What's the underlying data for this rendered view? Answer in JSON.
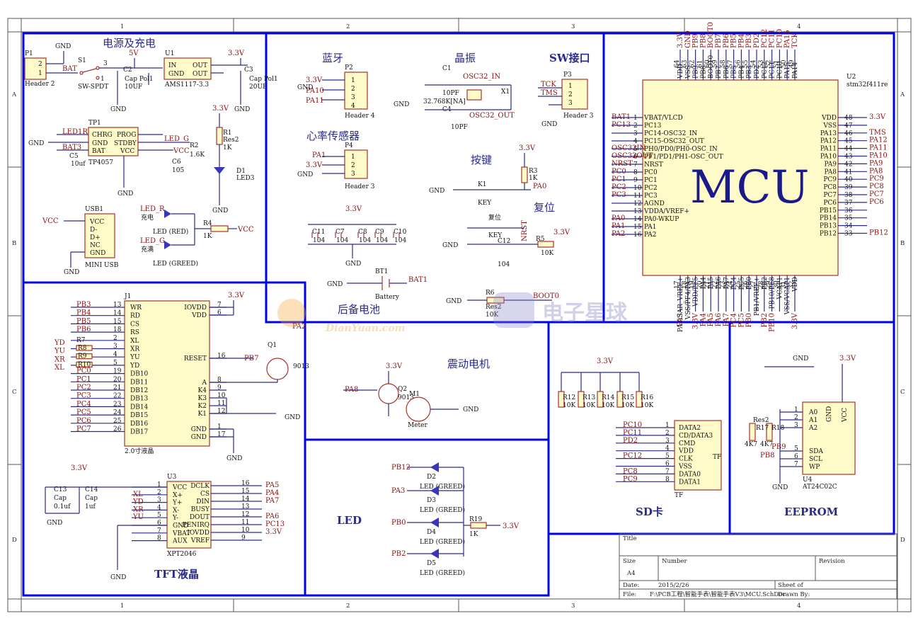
{
  "border": {
    "columns": [
      "1",
      "2",
      "3",
      "4"
    ],
    "rows": [
      "A",
      "B",
      "C",
      "D"
    ]
  },
  "sections": {
    "power": "电源及充电",
    "bluetooth": "蓝牙",
    "crystal": "晶振",
    "sw": "SW接口",
    "heart": "心率传感器",
    "button": "按键",
    "reset": "复位",
    "battery": "后备电池",
    "vibration": "震动电机",
    "tft": "TFT液晶",
    "led": "LED",
    "sd": "SD卡",
    "eeprom": "EEPROM",
    "mcu": "MCU"
  },
  "nets": {
    "gnd": "GND",
    "v33": "3.3V",
    "v5": "5V",
    "vcc": "VCC",
    "bat": "BAT",
    "bat1": "BAT1",
    "boot0": "BOOT0",
    "led1r": "LED1R",
    "bat3": "BAT3",
    "led_r": "LED_R",
    "led_g": "LED_G",
    "osc_in": "OSC32_IN",
    "osc_out": "OSC32_OUT",
    "tck": "TCK",
    "tms": "TMS",
    "pa10": "PA10",
    "pa11": "PA11",
    "pa1": "PA1",
    "pa0": "PA0",
    "pa8": "PA8",
    "pa2": "PA2",
    "pb7": "PB7",
    "nrst": "NRST"
  },
  "parts": {
    "p1": {
      "ref": "P1",
      "name": "Header 2"
    },
    "s1": {
      "ref": "S1",
      "name": "SW-SPDT"
    },
    "c2": {
      "ref": "C2",
      "name": "Cap Pol1",
      "val": "10UF"
    },
    "u1": {
      "ref": "U1",
      "name": "AMS1117-3.3",
      "pins": [
        "IN",
        "GND",
        "OUT",
        "OUT"
      ]
    },
    "c3": {
      "ref": "C3",
      "name": "Cap Pol1",
      "val": "20UF"
    },
    "tp1": {
      "ref": "TP1",
      "name": "TP4057",
      "pins": [
        "CHRG",
        "GND",
        "BAT",
        "PROG",
        "STDBY",
        "VCC"
      ]
    },
    "c5": {
      "ref": "C5",
      "val": "10uf"
    },
    "r2": {
      "ref": "R2",
      "val": "1.6K"
    },
    "c6": {
      "ref": "C6",
      "val": "105"
    },
    "r1": {
      "ref": "R1",
      "name": "Res2",
      "val": "1K"
    },
    "d1": {
      "ref": "D1",
      "name": "LED3"
    },
    "usb1": {
      "ref": "USB1",
      "name": "MINI USB",
      "pins": [
        "VCC",
        "D-",
        "D+",
        "NC",
        "GND"
      ]
    },
    "charging": {
      "a": "充电",
      "b": "LED (RED)",
      "c": "充满",
      "d": "LED (GREED)"
    },
    "r4": {
      "ref": "R4",
      "val": "1K"
    },
    "p2": {
      "ref": "P2",
      "name": "Header 4"
    },
    "c1": {
      "ref": "C1",
      "val": "10PF"
    },
    "c4": {
      "ref": "C4",
      "val": "10PF"
    },
    "x1": {
      "ref": "X1",
      "val": "32.768K[NA]"
    },
    "p3": {
      "ref": "P3",
      "name": "Header 3"
    },
    "p4": {
      "ref": "P4",
      "name": "Header 3"
    },
    "k1": {
      "ref": "K1",
      "name": "KEY"
    },
    "r3": {
      "ref": "R3",
      "val": "1K"
    },
    "rst": {
      "label": "复位",
      "name": "KEY"
    },
    "c12": {
      "ref": "C12",
      "val": "104"
    },
    "r5": {
      "ref": "R5",
      "val": "10K"
    },
    "decoup": {
      "refs": [
        "C11",
        "C7",
        "C8",
        "C9",
        "C10"
      ],
      "val": "104"
    },
    "bt1": {
      "ref": "BT1",
      "name": "Battery"
    },
    "r6": {
      "ref": "R6",
      "name": "Res2",
      "val": "10K"
    },
    "u2": {
      "ref": "U2",
      "name": "stm32f411re"
    },
    "j1": {
      "ref": "J1",
      "name": "2.0寸液晶"
    },
    "r7": {
      "ref": "R7"
    },
    "q1": {
      "ref": "Q1",
      "val": "9013"
    },
    "q2": {
      "ref": "Q2",
      "val": "9013"
    },
    "m1": {
      "ref": "M1",
      "name": "Meter"
    },
    "u3": {
      "ref": "U3",
      "name": "XPT2046"
    },
    "c13": {
      "ref": "C13",
      "name": "Cap",
      "val": "0.1uf"
    },
    "c14": {
      "ref": "C14",
      "name": "Cap",
      "val": "1uf"
    },
    "r19": {
      "ref": "R19",
      "val": "1K"
    },
    "leds": [
      "D2",
      "D3",
      "D4",
      "D5"
    ],
    "ledname": "LED (GREED)",
    "sdres": {
      "refs": [
        "R12",
        "R13",
        "R14",
        "R15",
        "R16"
      ],
      "val": "10K"
    },
    "tf": {
      "name": "TF",
      "pins": [
        "DATA2",
        "CD/DATA3",
        "CMD",
        "VDD",
        "CLK",
        "VSS",
        "DATA0",
        "DATA1"
      ]
    },
    "u4": {
      "ref": "U4",
      "name": "AT24C02C",
      "pins": [
        "A0",
        "A1",
        "A2",
        "SDA",
        "SCL",
        "WP",
        "GND",
        "VCC"
      ]
    },
    "eeres": {
      "refs": [
        "R17",
        "R18"
      ],
      "name": "Res2",
      "val": "4K7"
    }
  },
  "mcu_left": [
    {
      "n": "1",
      "net": "BAT1",
      "pin": "VBAT/VLCD"
    },
    {
      "n": "2",
      "net": "PC13",
      "pin": "PC13"
    },
    {
      "n": "3",
      "net": "",
      "pin": "PC14-OSC32_IN"
    },
    {
      "n": "4",
      "net": "",
      "pin": "PC15-OSC32_OUT"
    },
    {
      "n": "5",
      "net": "OSC32IN",
      "pin": "PH0/PD0/PH0-OSC_IN"
    },
    {
      "n": "6",
      "net": "OSC32OUT",
      "pin": "PF1/PD1/PH1-OSC_OUT"
    },
    {
      "n": "7",
      "net": "NRST",
      "pin": "NRST"
    },
    {
      "n": "8",
      "net": "PC0",
      "pin": "PC0"
    },
    {
      "n": "9",
      "net": "PC1",
      "pin": "PC1"
    },
    {
      "n": "10",
      "net": "PC2",
      "pin": "PC2"
    },
    {
      "n": "11",
      "net": "PC3",
      "pin": "PC3"
    },
    {
      "n": "12",
      "net": "",
      "pin": "AGND"
    },
    {
      "n": "13",
      "net": "",
      "pin": "VDDA/VREF+"
    },
    {
      "n": "14",
      "net": "PA0",
      "pin": "PA0-WKUP"
    },
    {
      "n": "15",
      "net": "PA1",
      "pin": "PA1"
    },
    {
      "n": "16",
      "net": "PA2",
      "pin": "PA2"
    }
  ],
  "mcu_right": [
    {
      "n": "48",
      "net": "3.3V",
      "pin": "VDD"
    },
    {
      "n": "47",
      "net": "",
      "pin": "VSS"
    },
    {
      "n": "46",
      "net": "TMS",
      "pin": "PA13"
    },
    {
      "n": "45",
      "net": "PA12",
      "pin": "PA12"
    },
    {
      "n": "44",
      "net": "PA11",
      "pin": "PA11"
    },
    {
      "n": "43",
      "net": "PA10",
      "pin": "PA10"
    },
    {
      "n": "42",
      "net": "PA9",
      "pin": "PA9"
    },
    {
      "n": "41",
      "net": "PA8",
      "pin": "PA8"
    },
    {
      "n": "40",
      "net": "PC9",
      "pin": "PC9"
    },
    {
      "n": "39",
      "net": "PC8",
      "pin": "PC8"
    },
    {
      "n": "38",
      "net": "PC7",
      "pin": "PC7"
    },
    {
      "n": "37",
      "net": "PC6",
      "pin": "PC6"
    },
    {
      "n": "36",
      "net": "",
      "pin": "PB15"
    },
    {
      "n": "35",
      "net": "",
      "pin": "PB14"
    },
    {
      "n": "34",
      "net": "",
      "pin": "PB13"
    },
    {
      "n": "33",
      "net": "PB12",
      "pin": "PB12"
    }
  ],
  "mcu_top": [
    "VDD",
    "VSS",
    "PB9",
    "PB8",
    "BOOT0",
    "PB7",
    "PB6",
    "PB5",
    "PB4",
    "PB3",
    "PD2",
    "PC12",
    "PC11",
    "PC10",
    "PA15",
    "PA14"
  ],
  "mcu_top_n": [
    "64",
    "63",
    "62",
    "61",
    "60",
    "59",
    "58",
    "57",
    "56",
    "55",
    "54",
    "53",
    "52",
    "51",
    "50",
    "49"
  ],
  "mcu_top_net": [
    "3.3V",
    "GND",
    "PB9",
    "PB8",
    "BOOT0",
    "PB7",
    "PB6",
    "PB5",
    "PB4",
    "PB3",
    "PD2",
    "PC12",
    "PC11",
    "PC10",
    "PA15",
    "TCK"
  ],
  "mcu_bot": [
    "PA3/SAR_VREF+",
    "VSS/PF4/PA3",
    "VDD/PF5",
    "PA4",
    "PA5",
    "PA6",
    "PA7",
    "PC4",
    "PC5",
    "PB0",
    "PB1/VREF+",
    "PB2",
    "PB10/PE8",
    "VCAP1",
    "VSS/VCAP1",
    "VDD"
  ],
  "mcu_bot_n": [
    "17",
    "18",
    "19",
    "20",
    "21",
    "22",
    "23",
    "24",
    "25",
    "26",
    "27",
    "28",
    "29",
    "30",
    "31",
    "32"
  ],
  "mcu_bot_net": [
    "PA3",
    "",
    "3.3V",
    "PA4",
    "PA5",
    "PA6",
    "PA7",
    "PC4",
    "PC5",
    "PB0",
    "",
    "PB2",
    "PB10",
    "",
    "",
    "3.3V"
  ],
  "j1_left": [
    {
      "net": "PB3",
      "n": "13",
      "pin": "WR"
    },
    {
      "net": "PB4",
      "n": "14",
      "pin": "RD"
    },
    {
      "net": "PB5",
      "n": "15",
      "pin": "CS"
    },
    {
      "net": "PB6",
      "n": "18",
      "pin": "RS"
    },
    {
      "net": "",
      "n": "2",
      "pin": "XL"
    },
    {
      "net": "",
      "n": "3",
      "pin": "XR"
    },
    {
      "net": "",
      "n": "4",
      "pin": "YU"
    },
    {
      "net": "",
      "n": "5",
      "pin": "YD"
    },
    {
      "net": "PC0",
      "n": "19",
      "pin": "DB10"
    },
    {
      "net": "PC1",
      "n": "20",
      "pin": "DB11"
    },
    {
      "net": "PC2",
      "n": "21",
      "pin": "DB12"
    },
    {
      "net": "PC3",
      "n": "22",
      "pin": "DB13"
    },
    {
      "net": "PC4",
      "n": "23",
      "pin": "DB14"
    },
    {
      "net": "PC5",
      "n": "24",
      "pin": "DB15"
    },
    {
      "net": "PC6",
      "n": "25",
      "pin": "DB16"
    },
    {
      "net": "PC7",
      "n": "26",
      "pin": "DB17"
    }
  ],
  "j1_right": [
    {
      "n": "7",
      "pin": "IOVDD"
    },
    {
      "n": "6",
      "pin": "VDD"
    },
    {
      "n": "16",
      "pin": "RESET"
    },
    {
      "n": "8",
      "pin": "A"
    },
    {
      "n": "9",
      "pin": "K4"
    },
    {
      "n": "10",
      "pin": "K3"
    },
    {
      "n": "11",
      "pin": "K2"
    },
    {
      "n": "12",
      "pin": "K1"
    },
    {
      "n": "1",
      "pin": "GND"
    },
    {
      "n": "17",
      "pin": "GND"
    }
  ],
  "touch_nets": [
    "YD",
    "YU",
    "XR",
    "XL"
  ],
  "touch_r": [
    "R8",
    "R9",
    "R10"
  ],
  "u3_left": [
    {
      "net": "",
      "n": "1",
      "pin": "VCC"
    },
    {
      "net": "XL",
      "n": "2",
      "pin": "X+"
    },
    {
      "net": "YD",
      "n": "3",
      "pin": "Y+"
    },
    {
      "net": "XR",
      "n": "4",
      "pin": "X-"
    },
    {
      "net": "YU",
      "n": "5",
      "pin": "Y-"
    },
    {
      "net": "",
      "n": "6",
      "pin": "GND"
    },
    {
      "net": "",
      "n": "7",
      "pin": "VBAT"
    },
    {
      "net": "",
      "n": "8",
      "pin": "AUX"
    }
  ],
  "u3_right": [
    {
      "net": "PA5",
      "n": "16",
      "pin": "DCLK"
    },
    {
      "net": "PA4",
      "n": "15",
      "pin": "CS"
    },
    {
      "net": "PA7",
      "n": "14",
      "pin": "DIN"
    },
    {
      "net": "",
      "n": "13",
      "pin": "BUSY"
    },
    {
      "net": "PA6",
      "n": "12",
      "pin": "DOUT"
    },
    {
      "net": "PC13",
      "n": "11",
      "pin": "PENIRQ"
    },
    {
      "net": "3.3V",
      "n": "10",
      "pin": "IOVDD"
    },
    {
      "net": "",
      "n": "9",
      "pin": "VREF"
    }
  ],
  "led_nets": [
    "PB12",
    "PA3",
    "PB0",
    "PB2"
  ],
  "sd_nets": [
    "PC10",
    "PC11",
    "PD2",
    "",
    "PC12",
    "",
    "PC8",
    "PC9"
  ],
  "ee_nets": [
    "PB9",
    "PB8"
  ],
  "title_block": {
    "title_label": "Title",
    "size_label": "Size",
    "size": "A4",
    "number_label": "Number",
    "revision_label": "Revision",
    "date_label": "Date:",
    "date": "2015/2/26",
    "sheet_label": "Sheet   of",
    "file_label": "File:",
    "file": "F:\\PCB工程\\智能手表\\智能手表V3\\MCU.SchDoc",
    "drawn": "Drawn By:"
  },
  "watermarks": {
    "left": "DianYuan.com",
    "right": "电子星球"
  }
}
